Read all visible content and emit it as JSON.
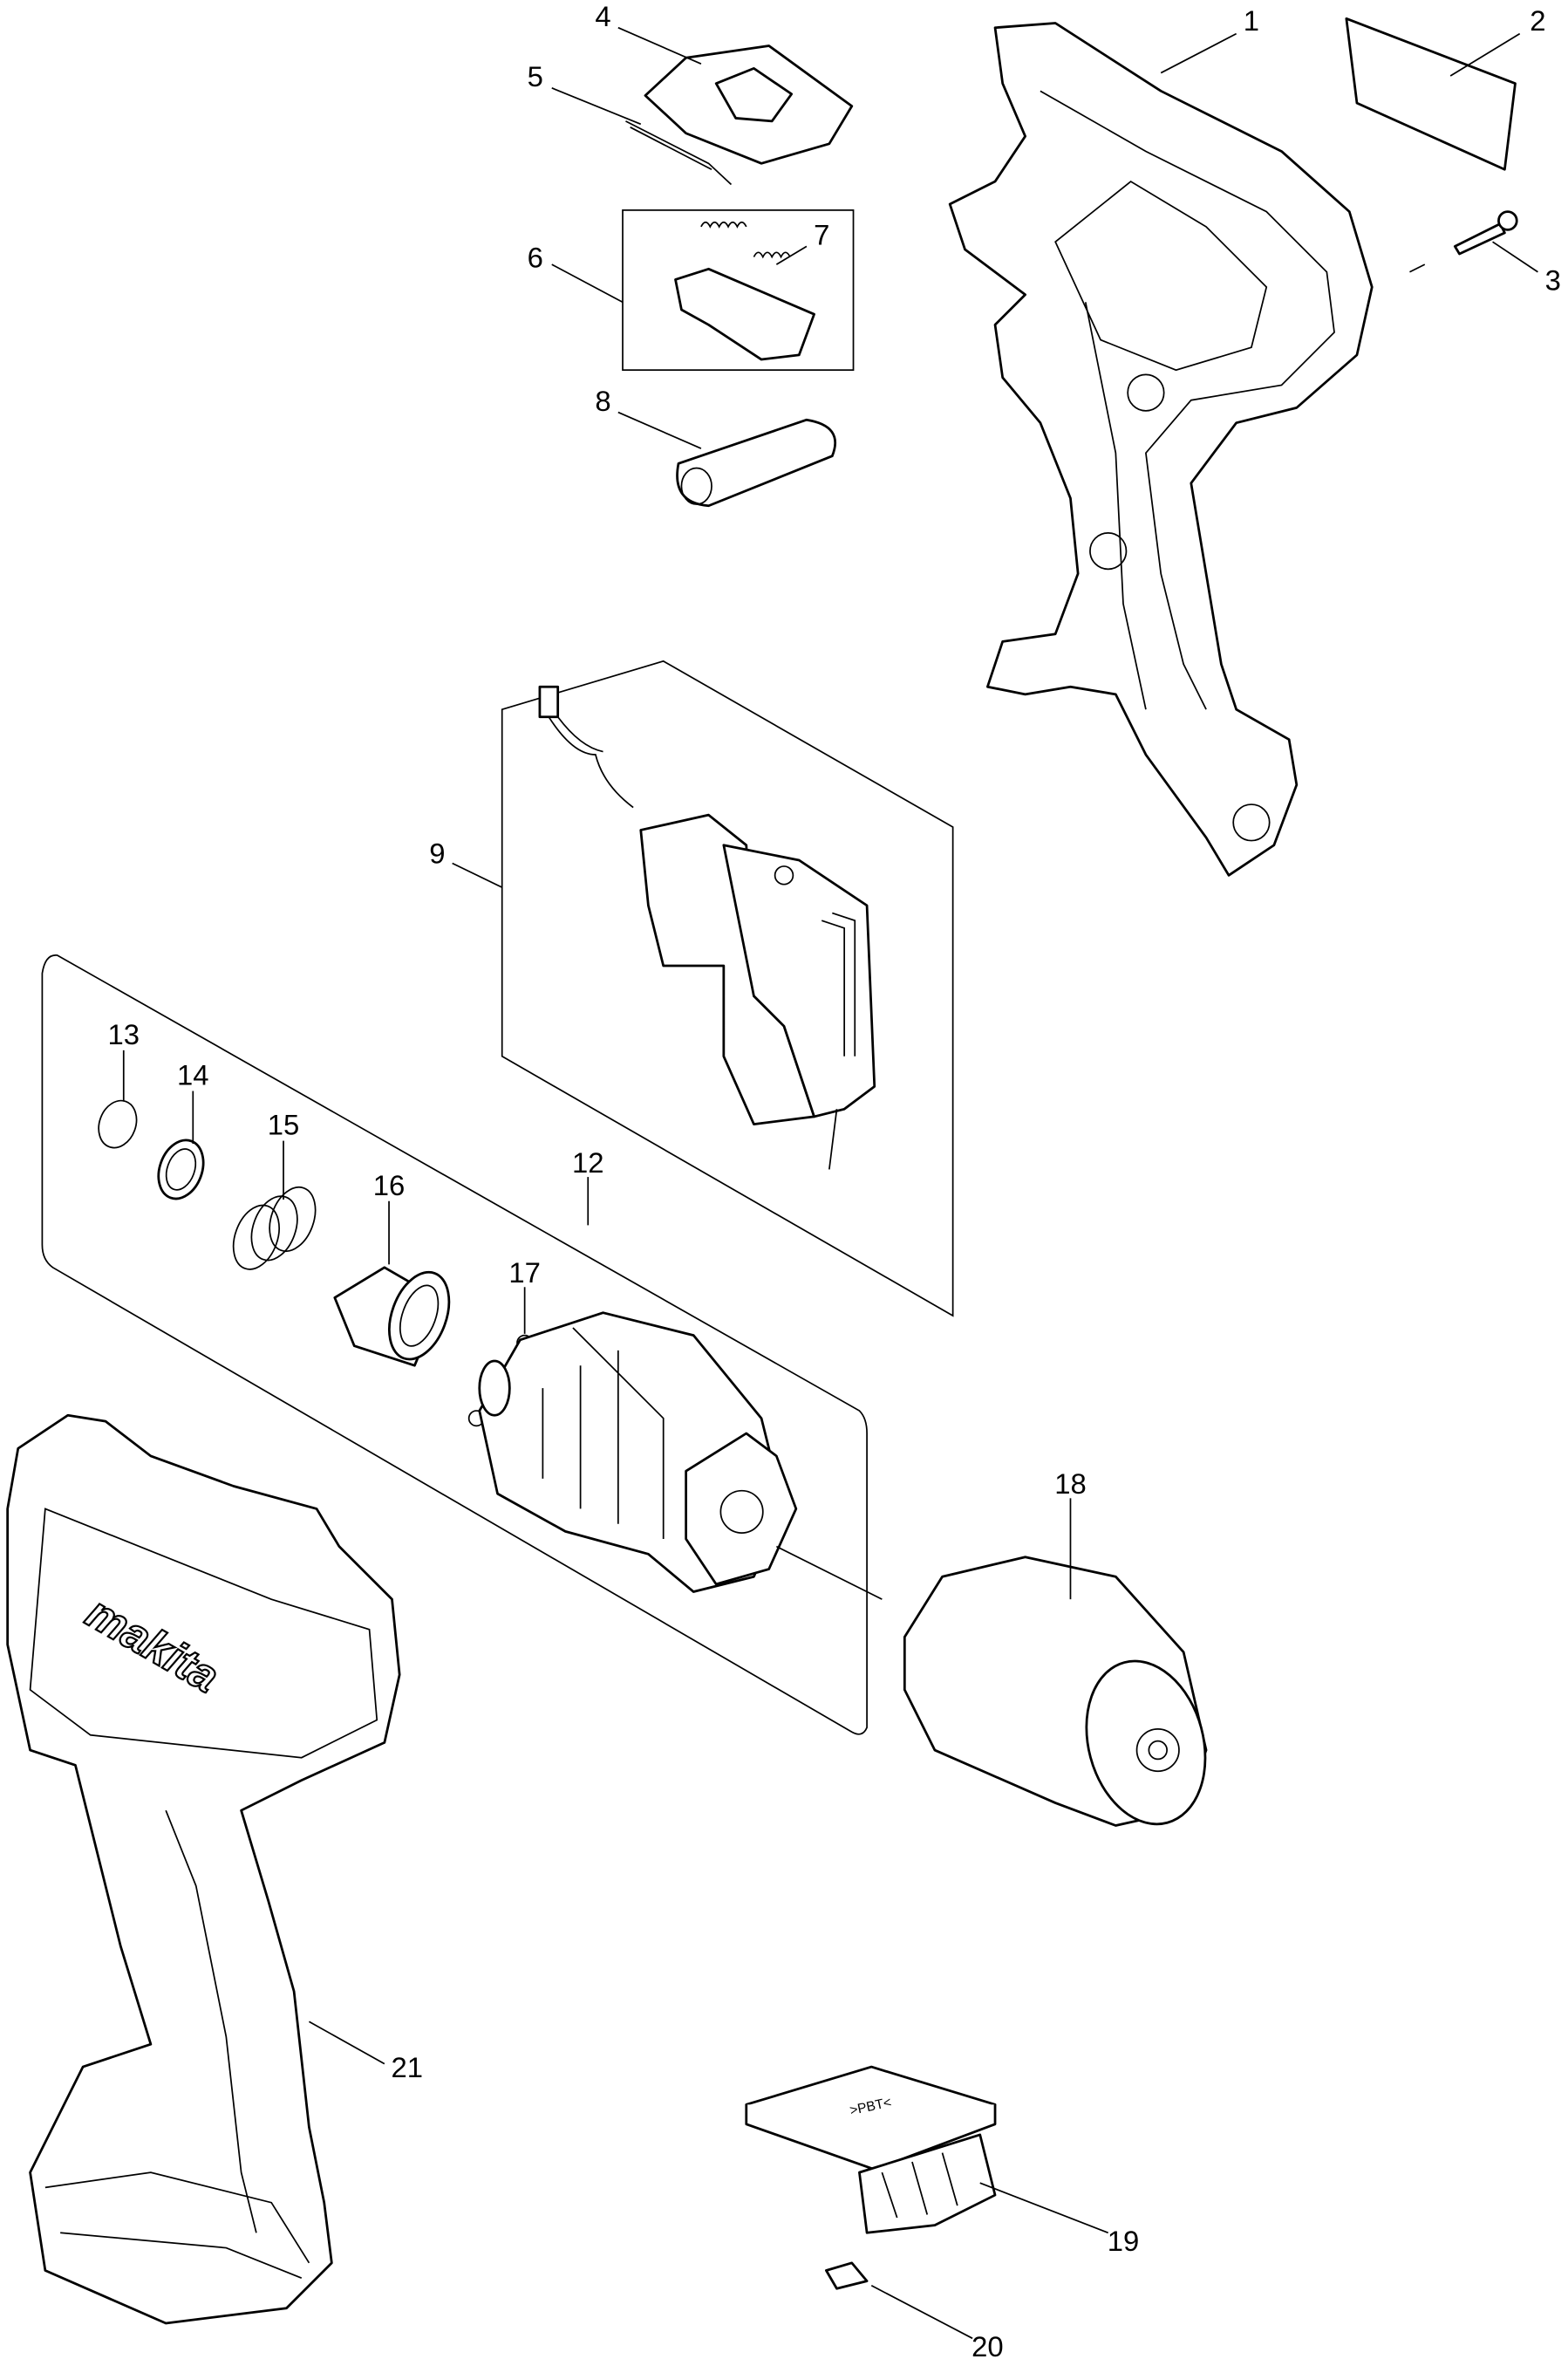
{
  "diagram": {
    "type": "exploded-parts-diagram",
    "callouts": [
      "1",
      "2",
      "3",
      "4",
      "5",
      "6",
      "7",
      "8",
      "9",
      "12",
      "13",
      "14",
      "15",
      "16",
      "17",
      "18",
      "19",
      "20",
      "21"
    ],
    "brand_logo": "makita",
    "thermal_sheet_marking": ">PBT<"
  }
}
